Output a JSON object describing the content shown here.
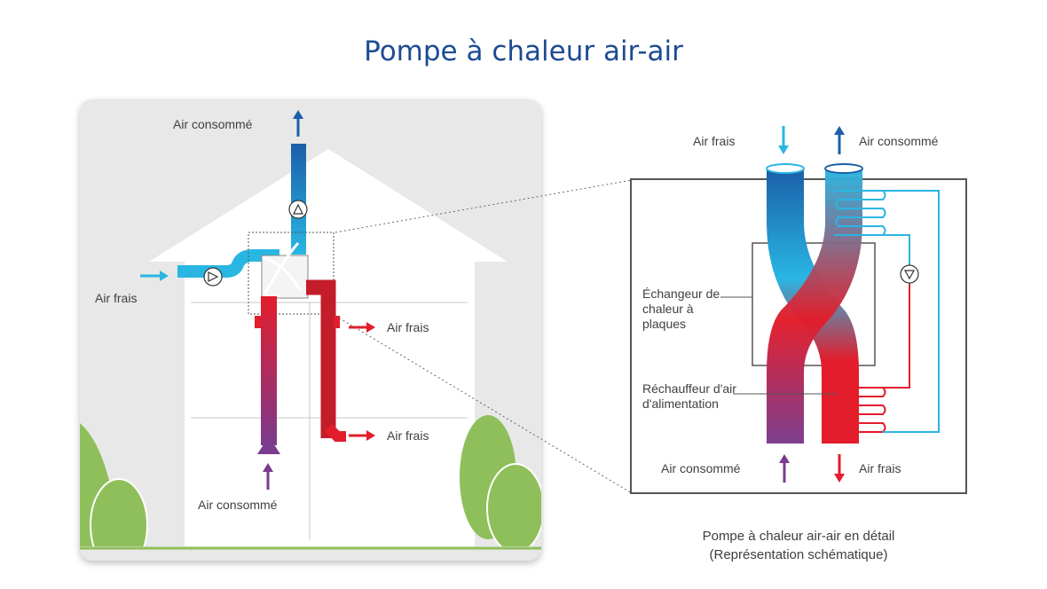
{
  "title": "Pompe à chaleur air-air",
  "house": {
    "labels": {
      "top_exhaust": "Air consommé",
      "left_intake": "Air frais",
      "right_upper": "Air frais",
      "right_lower": "Air frais",
      "bottom_extract": "Air consommé"
    }
  },
  "detail": {
    "labels": {
      "top_left": "Air frais",
      "top_right": "Air consommé",
      "bottom_left": "Air consommé",
      "bottom_right": "Air frais",
      "exchanger": "Échangeur de chaleur à plaques",
      "heater": "Réchauffeur d'air d'alimentation"
    },
    "caption_line1": "Pompe à chaleur air-air en détail",
    "caption_line2": "(Représentation schématique)"
  },
  "colors": {
    "title": "#1d4b93",
    "fresh_cold": "#29b6e3",
    "exhaust_dark": "#1b5fa8",
    "warm_red": "#e31d2b",
    "exhaust_purple": "#7b3b8e",
    "wall_grey": "#e8e8e8",
    "shrub_green": "#8fbf5a"
  }
}
